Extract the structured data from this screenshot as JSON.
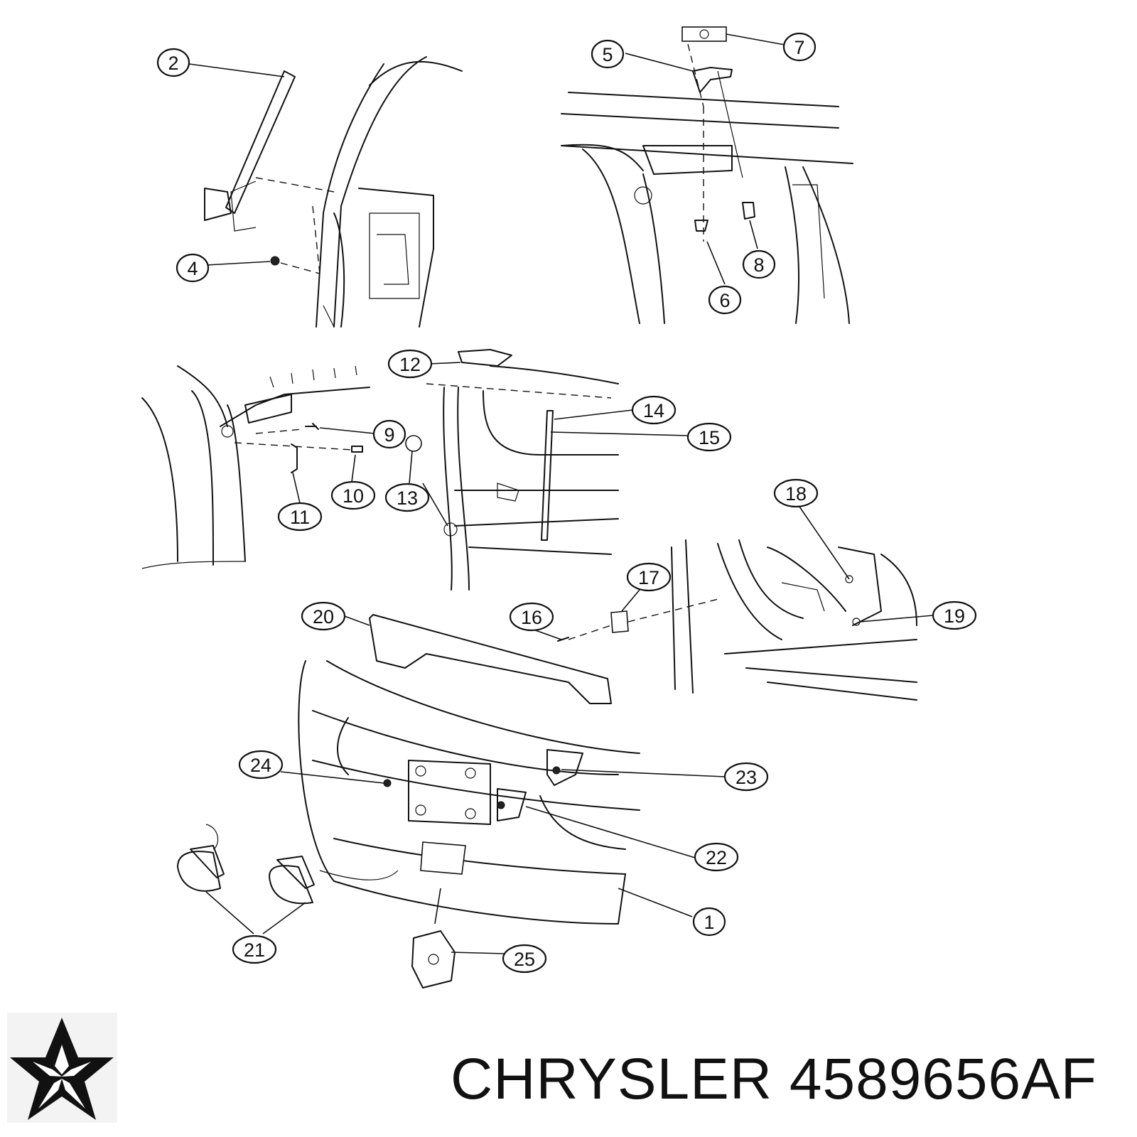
{
  "callouts": [
    {
      "label": "1"
    },
    {
      "label": "2"
    },
    {
      "label": "4"
    },
    {
      "label": "5"
    },
    {
      "label": "6"
    },
    {
      "label": "7"
    },
    {
      "label": "8"
    },
    {
      "label": "9"
    },
    {
      "label": "10"
    },
    {
      "label": "11"
    },
    {
      "label": "12"
    },
    {
      "label": "13"
    },
    {
      "label": "14"
    },
    {
      "label": "15"
    },
    {
      "label": "16"
    },
    {
      "label": "17"
    },
    {
      "label": "18"
    },
    {
      "label": "19"
    },
    {
      "label": "20"
    },
    {
      "label": "21"
    },
    {
      "label": "22"
    },
    {
      "label": "23"
    },
    {
      "label": "24"
    },
    {
      "label": "25"
    }
  ],
  "footer": {
    "brand": "CHRYSLER",
    "part_number": "4589656AF",
    "logo_icon": "chrysler-pentastar-icon"
  },
  "colors": {
    "line": "#111111",
    "background": "#ffffff",
    "logo": "#111111"
  }
}
